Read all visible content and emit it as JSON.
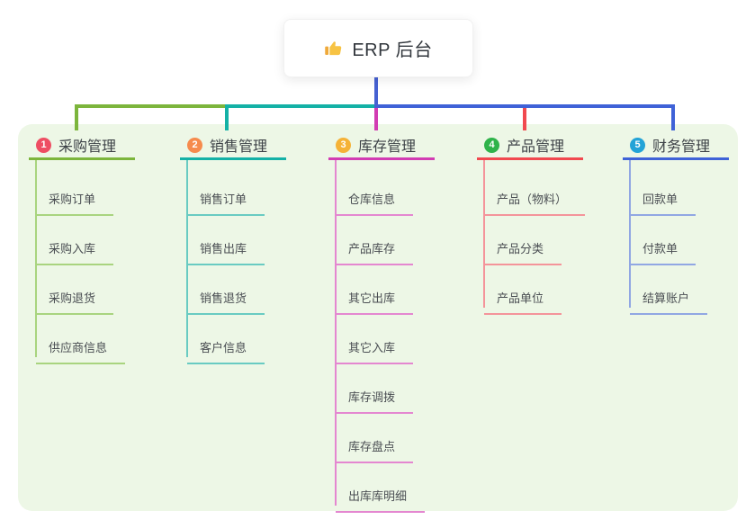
{
  "root": {
    "label": "ERP 后台",
    "icon": "thumbs-up-icon"
  },
  "colors": {
    "panel_bg": "#edf7e6",
    "root_line": "#4661d2",
    "thumb_main": "#f7c343",
    "thumb_cuff": "#efa93a"
  },
  "branches": [
    {
      "badge": "1",
      "label": "采购管理",
      "badge_color": "#ee4e63",
      "line_color": "#7cb53c",
      "item_line_color": "#a9d47f",
      "items": [
        "采购订单",
        "采购入库",
        "采购退货",
        "供应商信息"
      ]
    },
    {
      "badge": "2",
      "label": "销售管理",
      "badge_color": "#f68b4d",
      "line_color": "#14b1a6",
      "item_line_color": "#69cbc2",
      "items": [
        "销售订单",
        "销售出库",
        "销售退货",
        "客户信息"
      ]
    },
    {
      "badge": "3",
      "label": "库存管理",
      "badge_color": "#f5b237",
      "line_color": "#d23cb3",
      "item_line_color": "#e487d0",
      "items": [
        "仓库信息",
        "产品库存",
        "其它出库",
        "其它入库",
        "库存调拨",
        "库存盘点",
        "出库库明细"
      ]
    },
    {
      "badge": "4",
      "label": "产品管理",
      "badge_color": "#2fb34a",
      "line_color": "#f1494f",
      "item_line_color": "#f4949a",
      "items": [
        "产品（物料）",
        "产品分类",
        "产品单位"
      ]
    },
    {
      "badge": "5",
      "label": "财务管理",
      "badge_color": "#23a3d7",
      "line_color": "#3f62d7",
      "item_line_color": "#91a7e3",
      "items": [
        "回款单",
        "付款单",
        "结算账户"
      ]
    }
  ]
}
